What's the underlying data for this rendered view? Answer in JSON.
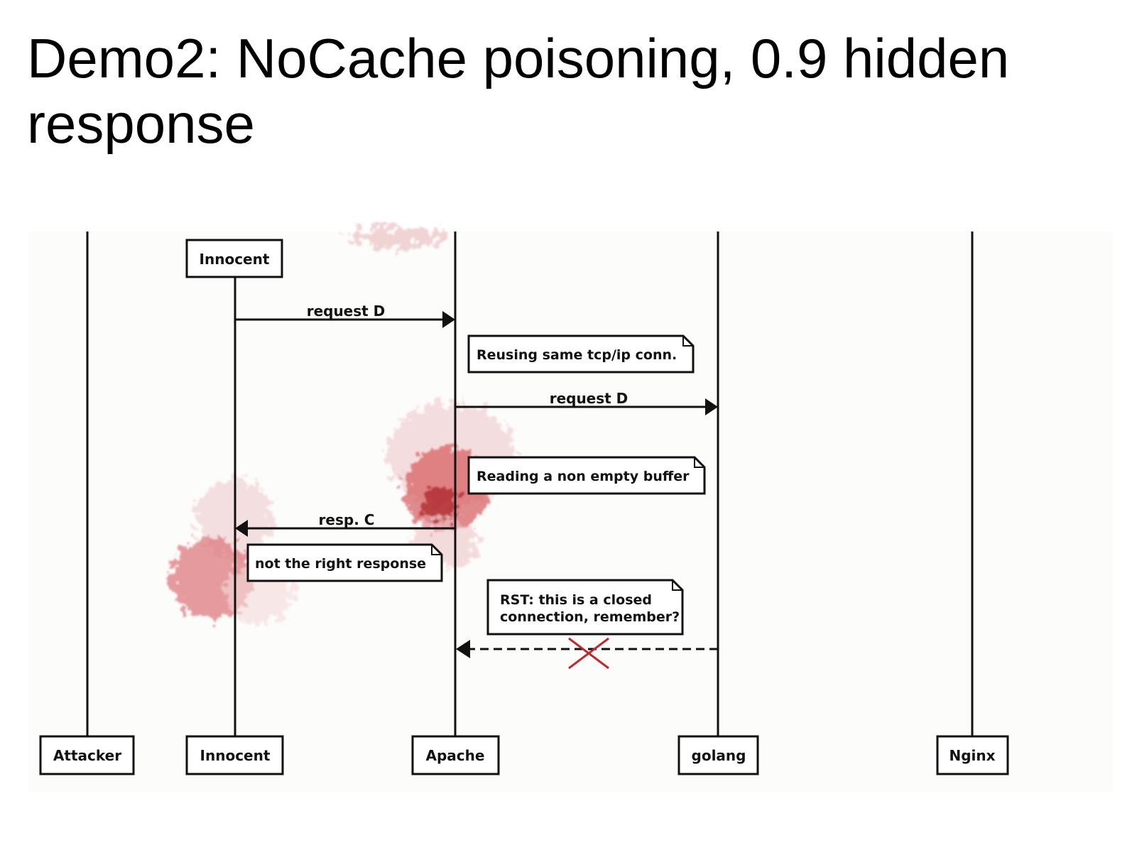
{
  "title": "Demo2: NoCache poisoning, 0.9 hidden response",
  "participants": {
    "attacker": "Attacker",
    "innocent": "Innocent",
    "apache": "Apache",
    "golang": "golang",
    "nginx": "Nginx"
  },
  "activation_box": "Innocent",
  "messages": {
    "request_d_to_apache": "request D",
    "request_d_to_golang": "request D",
    "resp_c": "resp. C"
  },
  "notes": {
    "reusing": "Reusing same tcp/ip conn.",
    "reading": "Reading a non empty buffer",
    "not_right": "not the right response",
    "rst_line1": "RST: this is a closed",
    "rst_line2": "connection, remember?"
  },
  "colors": {
    "line": "#111111",
    "blood_red": "#c0282d",
    "cross_red": "#c0282d"
  },
  "icons": {
    "lost_message": "red-cross"
  }
}
